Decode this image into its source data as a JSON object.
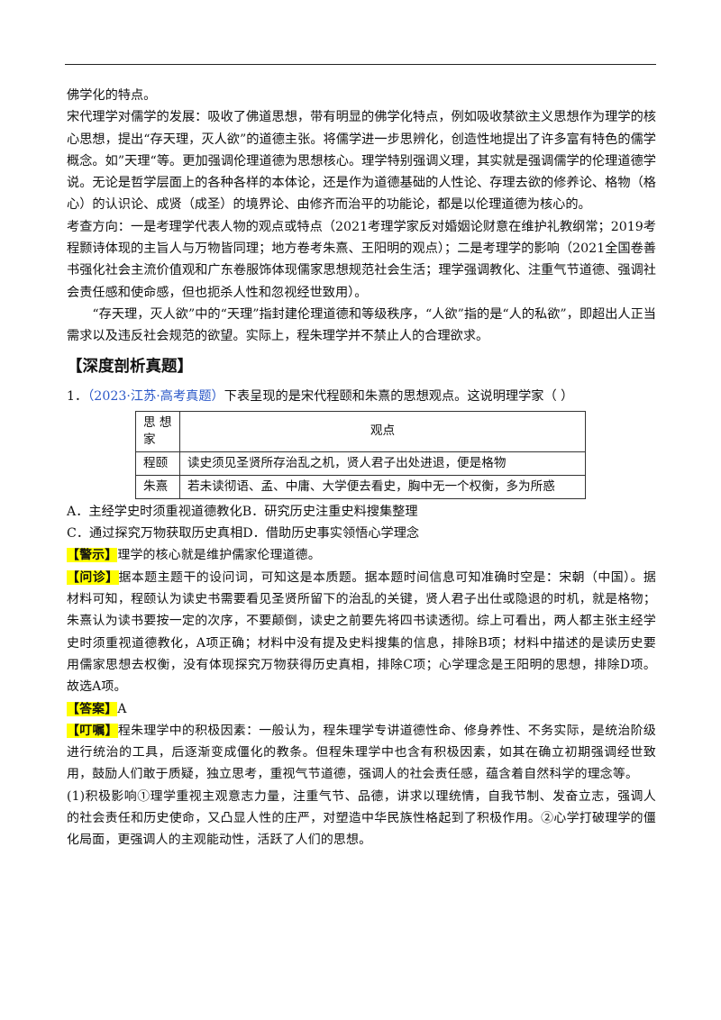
{
  "intro": {
    "line0": "佛学化的特点。",
    "para1": "宋代理学对儒学的发展：吸收了佛道思想，带有明显的佛学化特点，例如吸收禁欲主义思想作为理学的核心思想，提出“存天理，灭人欲”的道德主张。将儒学进一步思辨化，创造性地提出了许多富有特色的儒学概念。如”天理“等。更加强调伦理道德为思想核心。理学特别强调义理，其实就是强调儒学的伦理道德学说。无论是哲学层面上的各种各样的本体论，还是作为道德基础的人性论、存理去欲的修养论、格物（格心）的认识论、成贤（成圣）的境界论、由修齐而治平的功能论，都是以伦理道德为核心的。",
    "para2": "考查方向：一是考理学代表人物的观点或特点（2021考理学家反对婚姻论财意在维护礼教纲常；2019考程颢诗体现的主旨人与万物皆同理；地方卷考朱熹、王阳明的观点）；二是考理学的影响（2021全国卷善书强化社会主流价值观和广东卷服饰体现儒家思想规范社会生活；理学强调教化、注重气节道德、强调社会责任感和使命感，但也扼杀人性和忽视经世致用）。",
    "para3": "“存天理，灭人欲”中的“天理”指封建伦理道德和等级秩序，“人欲”指的是“人的私欲”，即超出人正当需求以及违反社会规范的欲望。实际上，程朱理学并不禁止人的合理欲求。"
  },
  "section_title": "【深度剖析真题】",
  "question": {
    "number": "1．",
    "source": "（2023·江苏·高考真题）",
    "stem": "下表呈现的是宋代程颐和朱熹的思想观点。这说明理学家（    ）",
    "table": {
      "header": [
        "思 想 家",
        "观点"
      ],
      "rows": [
        [
          "程颐",
          "读史须见圣贤所存治乱之机，贤人君子出处进退，便是格物"
        ],
        [
          "朱熹",
          "若未读彻语、孟、中庸、大学便去看史，胸中无一个权衡，多为所惑"
        ]
      ]
    },
    "options": {
      "A": "A．主经学史时须重视道德教化",
      "B": "B．研究历史注重史料搜集整理",
      "C": "C．通过探究万物获取历史真相",
      "D": "D．借助历史事实领悟心学理念"
    }
  },
  "analysis": {
    "warning_tag": "【警示】",
    "warning_text": "理学的核心就是维护儒家伦理道德。",
    "diagnosis_tag": "【问诊】",
    "diagnosis_text": "据本题主题干的设问词，可知这是本质题。据本题时间信息可知准确时空是：宋朝（中国）。据材料可知，程颐认为读史书需要看见圣贤所留下的治乱的关键，贤人君子出仕或隐退的时机，就是格物；朱熹认为读书要按一定的次序，不要颠倒，读史之前要先将四书读透彻。综上可看出，两人都主张主经学史时须重视道德教化，A项正确；材料中没有提及史料搜集的信息，排除B项；材料中描述的是读历史要用儒家思想去权衡，没有体现探究万物获得历史真相，排除C项；心学理念是王阳明的思想，排除D项。故选A项。",
    "answer_tag": "【答案】",
    "answer_text": "A",
    "reminder_tag": "【叮嘱】",
    "reminder_text": "程朱理学中的积极因素：一般认为，程朱理学专讲道德性命、修身养性、不务实际，是统治阶级进行统治的工具，后逐渐变成僵化的教条。但程朱理学中也含有积极因素，如其在确立初期强调经世致用，鼓励人们敢于质疑，独立思考，重视气节道德，强调人的社会责任感，蕴含着自然科学的理念等。",
    "point1": "(1)积极影响①理学重视主观意志力量，注重气节、品德，讲求以理统情，自我节制、发奋立志，强调人的社会责任和历史使命，又凸显人性的庄严，对塑造中华民族性格起到了积极作用。②心学打破理学的僵化局面，更强调人的主观能动性，活跃了人们的思想。"
  }
}
